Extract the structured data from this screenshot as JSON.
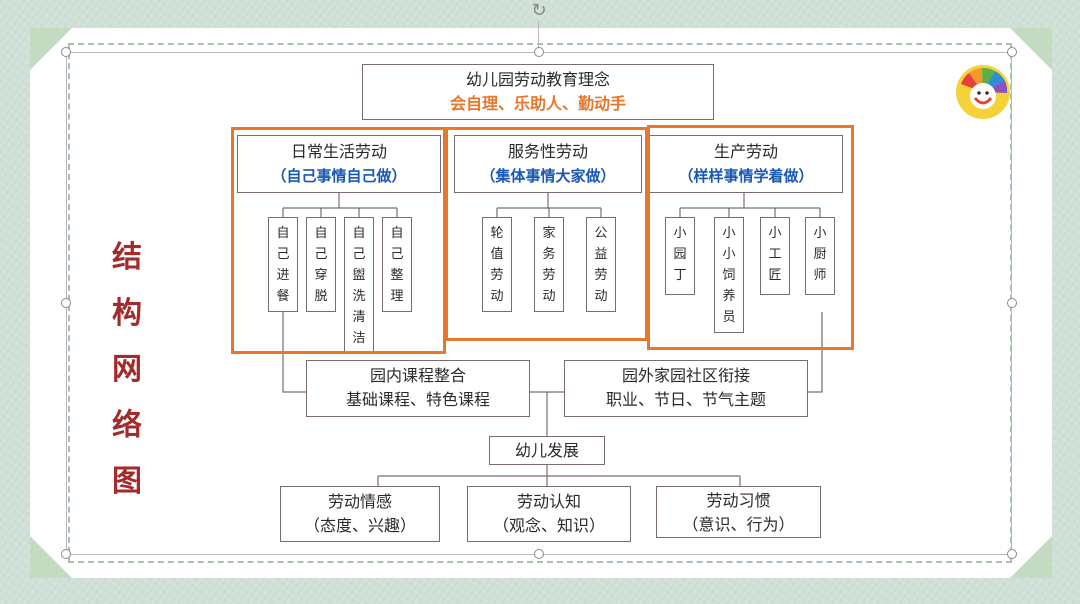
{
  "top": {
    "title": "幼儿园劳动教育理念",
    "subtitle": "会自理、乐助人、勤动手"
  },
  "side_title": [
    "结",
    "构",
    "网",
    "络",
    "图"
  ],
  "categories": [
    {
      "title": "日常生活劳动",
      "subtitle": "（自己事情自己做）",
      "items": [
        [
          "自",
          "己",
          "进",
          "餐"
        ],
        [
          "自",
          "己",
          "穿",
          "脱"
        ],
        [
          "自",
          "己",
          "盥",
          "洗",
          "清",
          "洁"
        ],
        [
          "自",
          "己",
          "整",
          "理"
        ]
      ]
    },
    {
      "title": "服务性劳动",
      "subtitle": "（集体事情大家做）",
      "items": [
        [
          "轮",
          "值",
          "劳",
          "动"
        ],
        [
          "家",
          "务",
          "劳",
          "动"
        ],
        [
          "公",
          "益",
          "劳",
          "动"
        ]
      ]
    },
    {
      "title": "生产劳动",
      "subtitle": "（样样事情学着做）",
      "items": [
        [
          "小",
          "园",
          "丁"
        ],
        [
          "小",
          "小",
          "饲",
          "养",
          "员"
        ],
        [
          "小",
          "工",
          "匠"
        ],
        [
          "小",
          "厨",
          "师"
        ]
      ]
    }
  ],
  "middle": [
    {
      "title": "园内课程整合",
      "subtitle": "基础课程、特色课程"
    },
    {
      "title": "园外家园社区衔接",
      "subtitle": "职业、节日、节气主题"
    }
  ],
  "development": {
    "title": "幼儿发展"
  },
  "outcomes": [
    {
      "title": "劳动情感",
      "subtitle": "（态度、兴趣）"
    },
    {
      "title": "劳动认知",
      "subtitle": "（观念、知识）"
    },
    {
      "title": "劳动习惯",
      "subtitle": "（意识、行为）"
    }
  ],
  "colors": {
    "accent_orange": "#e8762b",
    "blue": "#1a58b3",
    "side_title": "#a42b2b",
    "line": "#7a6a74"
  },
  "icons": {
    "rotate": "rotate-handle-icon",
    "logo": "flower-logo-icon"
  }
}
